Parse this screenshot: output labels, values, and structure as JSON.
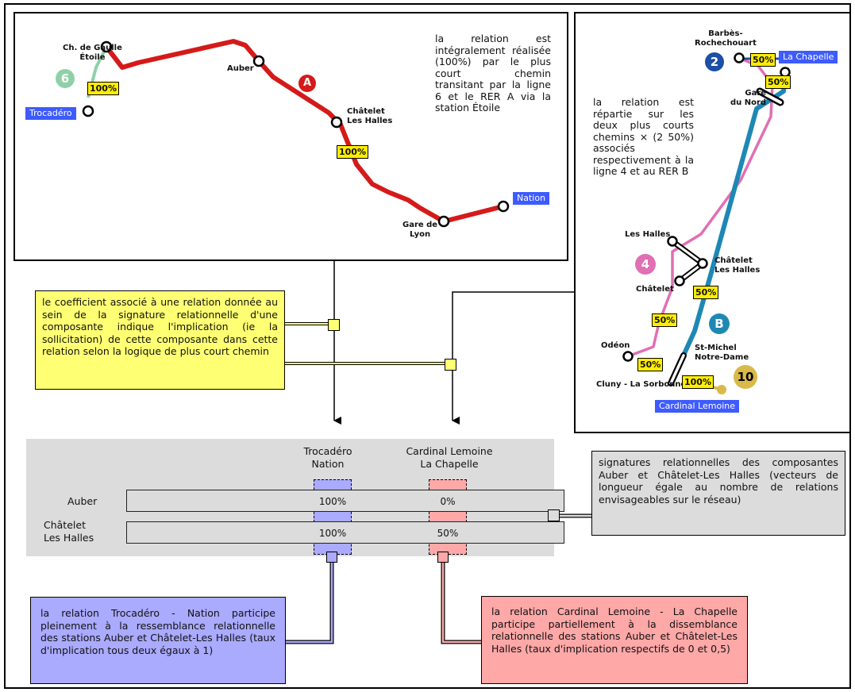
{
  "colors": {
    "rer_a": "#d51a1a",
    "line_6": "#8fd0a8",
    "line_4": "#e06fb3",
    "rer_b": "#1e88b4",
    "line_2": "#1c4fa6",
    "line_10": "#d9b94a",
    "label_tag": "#3d5bff",
    "coef": "#ffee00",
    "callout_yellow": "#ffff73",
    "callout_blue": "#aaaaff",
    "callout_red": "#ffa8a8",
    "callout_grey": "#dcdcdc"
  },
  "map_a": {
    "stations": {
      "etoile": "Ch. de Gaulle\nÉtoile",
      "auber": "Auber",
      "chatelet": "Châtelet\nLes Halles",
      "gare_lyon": "Gare de\nLyon"
    },
    "tags": {
      "trocadero": "Trocadéro",
      "nation": "Nation"
    },
    "lines": {
      "six": "6",
      "rer_a": "A"
    },
    "coefs": {
      "etoile": "100%",
      "chatelet": "100%"
    },
    "description": "la relation est intégralement réalisée (100%) par le plus court chemin transitant par la ligne 6 et le RER A via la station Étoile"
  },
  "map_b": {
    "stations": {
      "barbes": "Barbès-\nRochechouart",
      "gare_nord": "Gare\ndu Nord",
      "les_halles": "Les Halles",
      "chatelet_lh": "Châtelet\nLes Halles",
      "chatelet": "Châtelet",
      "odeon": "Odéon",
      "st_michel": "St-Michel\nNotre-Dame",
      "cluny": "Cluny - La Sorbonne"
    },
    "tags": {
      "la_chapelle": "La Chapelle",
      "cardinal": "Cardinal Lemoine"
    },
    "lines": {
      "two": "2",
      "four": "4",
      "rer_b": "B",
      "ten": "10"
    },
    "coefs": {
      "barbes": "50%",
      "gare_nord": "50%",
      "chatelet_lh": "50%",
      "chatelet": "50%",
      "st_michel": "50%",
      "cluny": "100%"
    },
    "description": "la relation est répartie sur les deux plus courts chemins × (2 50%) associés respectivement à la ligne 4 et au RER B"
  },
  "callout_coef": "le coefficient associé à une relation donnée au sein de la signature relationnelle d'une composante indique l'implication (ie la sollicitation) de cette composante dans cette relation selon la logique de plus court chemin",
  "table": {
    "col1": "Trocadéro\nNation",
    "col2": "Cardinal Lemoine\nLa Chapelle",
    "rows": [
      {
        "label": "Auber",
        "v1": "100%",
        "v2": "0%"
      },
      {
        "label": "Châtelet\nLes Halles",
        "v1": "100%",
        "v2": "50%"
      }
    ]
  },
  "callout_signature": "signatures relationnelles des composantes Auber et Châtelet-Les Halles (vecteurs de longueur égale au nombre de relations envisageables sur le réseau)",
  "callout_blue": "la relation Trocadéro - Nation participe pleinement à la ressemblance relationnelle des stations Auber et Châtelet-Les Halles (taux d'implication tous deux égaux à 1)",
  "callout_red": "la relation Cardinal Lemoine - La Chapelle participe partiellement à la dissemblance relationnelle des stations Auber et Châtelet-Les Halles (taux d'implication respectifs de 0 et 0,5)"
}
